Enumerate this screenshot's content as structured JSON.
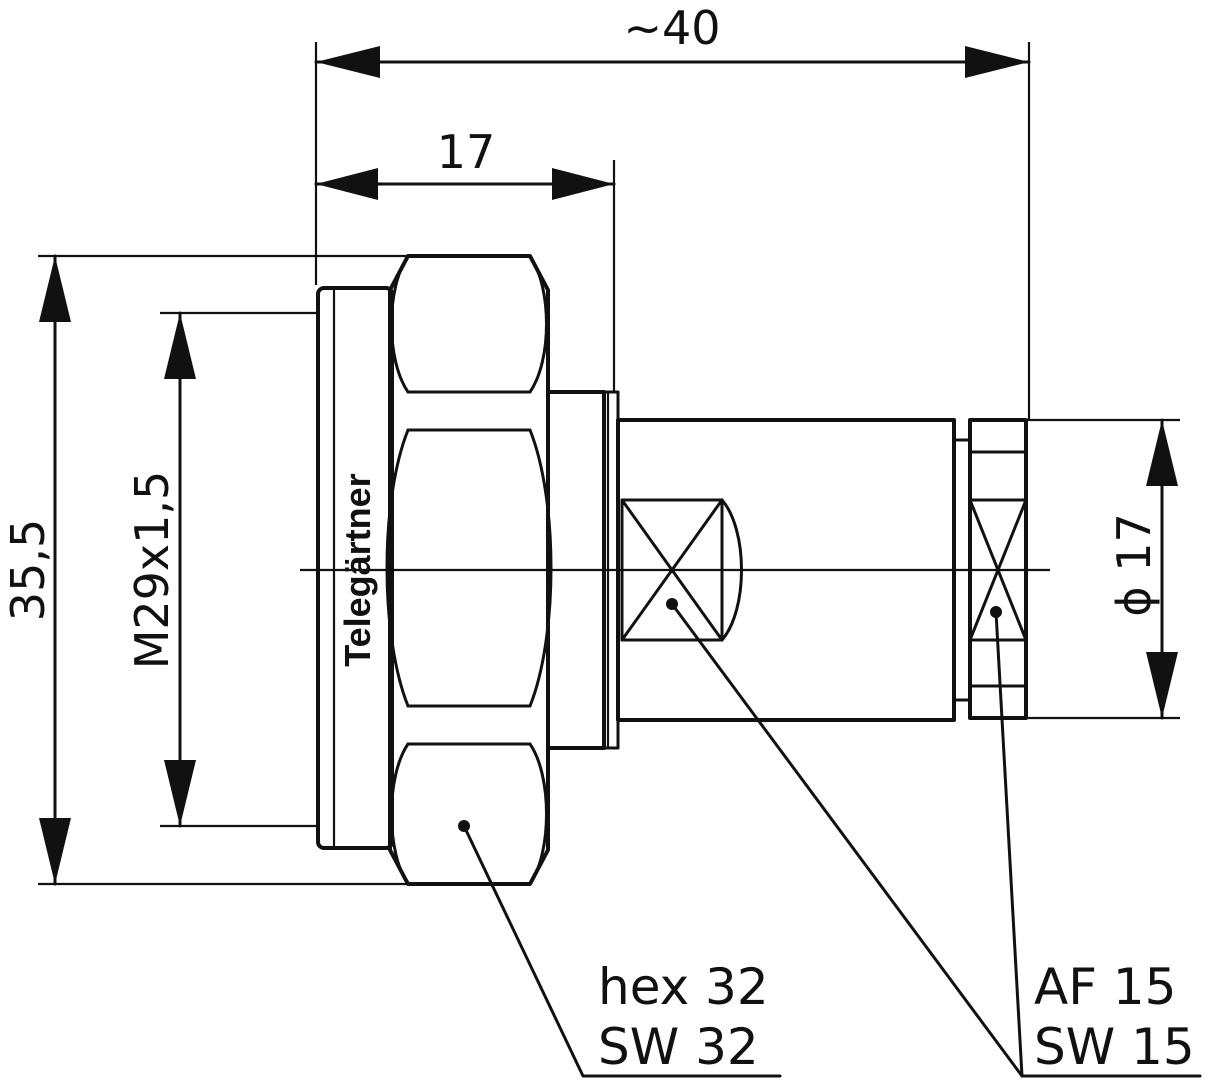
{
  "dimensions": {
    "overall_length": "~40",
    "hex_length": "17",
    "overall_height": "35,5",
    "thread": "M29x1,5",
    "cable_diameter": "ϕ 17"
  },
  "brand": "Telegärtner",
  "callouts": {
    "hex_line1": "hex 32",
    "hex_line2": "SW 32",
    "af_line1": "AF 15",
    "af_line2": "SW 15"
  },
  "colors": {
    "line": "#111111",
    "background": "#ffffff"
  }
}
